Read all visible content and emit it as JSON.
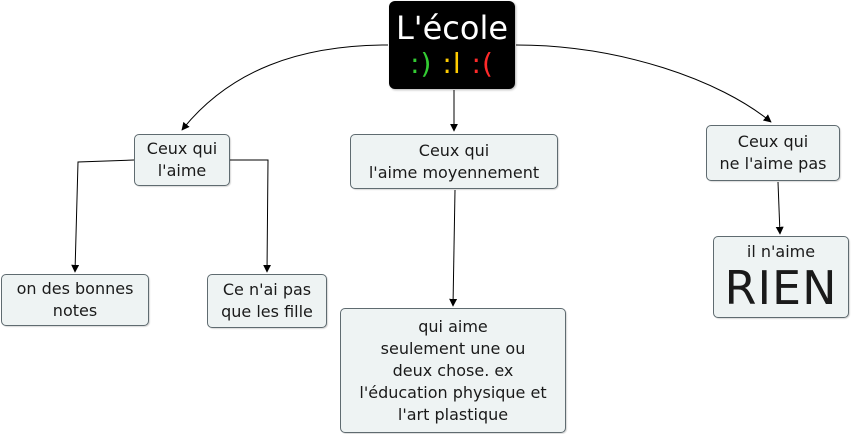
{
  "root": {
    "title": "L'école",
    "faces": [
      {
        "text": ":)",
        "color": "#33cc33"
      },
      {
        "text": ":l",
        "color": "#ffcc00"
      },
      {
        "text": ":(",
        "color": "#ff2a2a"
      }
    ]
  },
  "branches": {
    "like": {
      "label_lines": [
        "Ceux qui",
        "l'aime"
      ],
      "children": [
        {
          "label_lines": [
            "on des bonnes",
            "notes"
          ]
        },
        {
          "label_lines": [
            "Ce n'ai pas",
            "que les fille"
          ]
        }
      ]
    },
    "medium": {
      "label_lines": [
        "Ceux qui",
        "l'aime moyennement"
      ],
      "child": {
        "label_lines": [
          "qui aime",
          "seulement une ou",
          "deux chose. ex",
          "l'éducation physique et",
          "l'art plastique"
        ]
      }
    },
    "dislike": {
      "label_lines": [
        "Ceux qui",
        "ne l'aime pas"
      ],
      "child": {
        "line1": "il n'aime",
        "big_word": "RIEN"
      }
    }
  }
}
